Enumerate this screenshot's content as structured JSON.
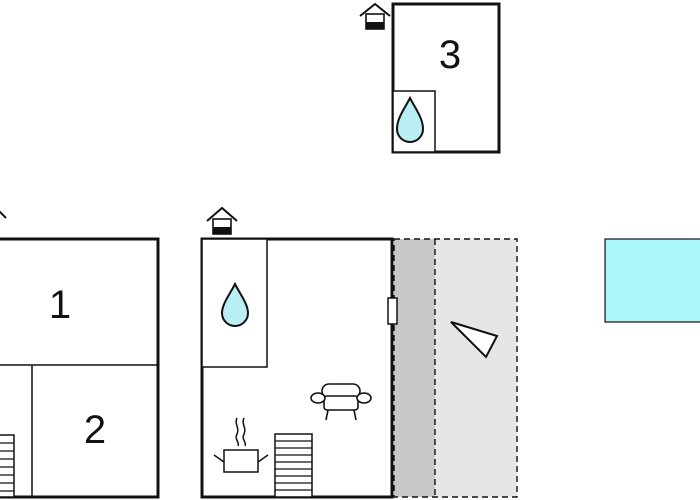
{
  "rooms": {
    "room_1": {
      "label": "1"
    },
    "room_2": {
      "label": "2"
    },
    "room_3": {
      "label": "3"
    }
  },
  "colors": {
    "wall": "#111111",
    "water": "#b9eef2",
    "pool": "#a9f7fb",
    "terrace_dark": "#c8c8c8",
    "terrace_light": "#e6e6e6"
  },
  "icons": [
    "entrance-house-icon",
    "water-drop-icon",
    "sofa-icon",
    "cooking-pot-icon",
    "stairs-icon",
    "triangle-marker-icon"
  ]
}
